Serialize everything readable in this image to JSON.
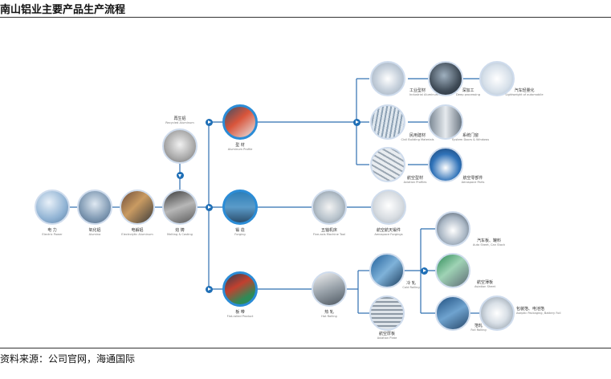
{
  "header": {
    "title": "南山铝业主要产品生产流程",
    "source": "资料来源：公司官网，海通国际"
  },
  "nodes": {
    "electric_power": {
      "cn": "电 力",
      "en": "Electric Power"
    },
    "alumina": {
      "cn": "氧化铝",
      "en": "Alumina"
    },
    "electrolytic": {
      "cn": "电解铝",
      "en": "Electrolytic Aluminum"
    },
    "melting": {
      "cn": "熔 铸",
      "en": "Melting & Casting"
    },
    "recycled": {
      "cn": "再生铝",
      "en": "Recycled Aluminum"
    },
    "profile": {
      "cn": "型 材",
      "en": "Aluminum Profile"
    },
    "forging": {
      "cn": "锻 造",
      "en": "Forging"
    },
    "flat_rolled": {
      "cn": "板 带",
      "en": "Flat-rolled Product"
    },
    "industrial": {
      "cn": "工业型材",
      "en": "Industrial Aluminum Profile"
    },
    "deep_processing": {
      "cn": "深加工",
      "en": "Deep processing"
    },
    "lightweight": {
      "cn": "汽车轻量化",
      "en": "Lightweight of automobile"
    },
    "civil_building": {
      "cn": "民用建材",
      "en": "Civil Building Materials"
    },
    "system_doors": {
      "cn": "系统门窗",
      "en": "System Doors & Windows"
    },
    "aviation_profile": {
      "cn": "航空型材",
      "en": "Aviation Profiles"
    },
    "aero_parts": {
      "cn": "航空零部件",
      "en": "Aerospace Parts"
    },
    "five_axis": {
      "cn": "五轴机床",
      "en": "Five-axis Machine Tool"
    },
    "aero_forging": {
      "cn": "航空航天锻件",
      "en": "Aerospace Forgings"
    },
    "hot_rolling": {
      "cn": "热 轧",
      "en": "Hot Rolling"
    },
    "cold_rolling": {
      "cn": "冷 轧",
      "en": "Cold Rolling"
    },
    "aviation_plate": {
      "cn": "航空厚板",
      "en": "Aviation Plate"
    },
    "auto_sheet": {
      "cn": "汽车板、罐料",
      "en": "Auto Sheet, Can Stock"
    },
    "aviation_sheet": {
      "cn": "航空薄板",
      "en": "Aviation Sheet"
    },
    "foil_rolling": {
      "cn": "箔轧",
      "en": "Foil Rolling"
    },
    "packaging_foil": {
      "cn": "包装箔、电池箔",
      "en": "Aseptic Packaging, Battery Foil"
    }
  }
}
